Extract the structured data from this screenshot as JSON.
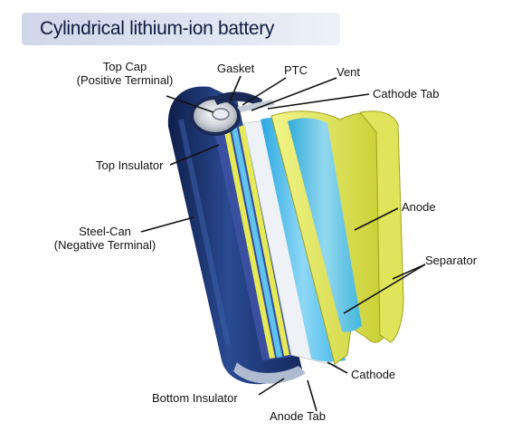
{
  "title": "Cylindrical lithium-ion battery",
  "labels": {
    "top_cap": "Top Cap",
    "top_cap_sub": "(Positive Terminal)",
    "gasket": "Gasket",
    "ptc": "PTC",
    "vent": "Vent",
    "cathode_tab": "Cathode Tab",
    "top_insulator": "Top Insulator",
    "anode": "Anode",
    "steel_can": "Steel-Can",
    "steel_can_sub": "(Negative Terminal)",
    "separator": "Separator",
    "cathode": "Cathode",
    "bottom_insulator": "Bottom Insulator",
    "anode_tab": "Anode Tab"
  },
  "colors": {
    "can": "#1c3574",
    "can_dark": "#0e1e4a",
    "anode_yellow": "#e6ea55",
    "anode_dark": "#b8bf2a",
    "separator_blue": "#5fc3ec",
    "separator_light": "#bfe8f8",
    "cathode_gray": "#c9cfd7",
    "title_bg": "#d6ddee"
  }
}
